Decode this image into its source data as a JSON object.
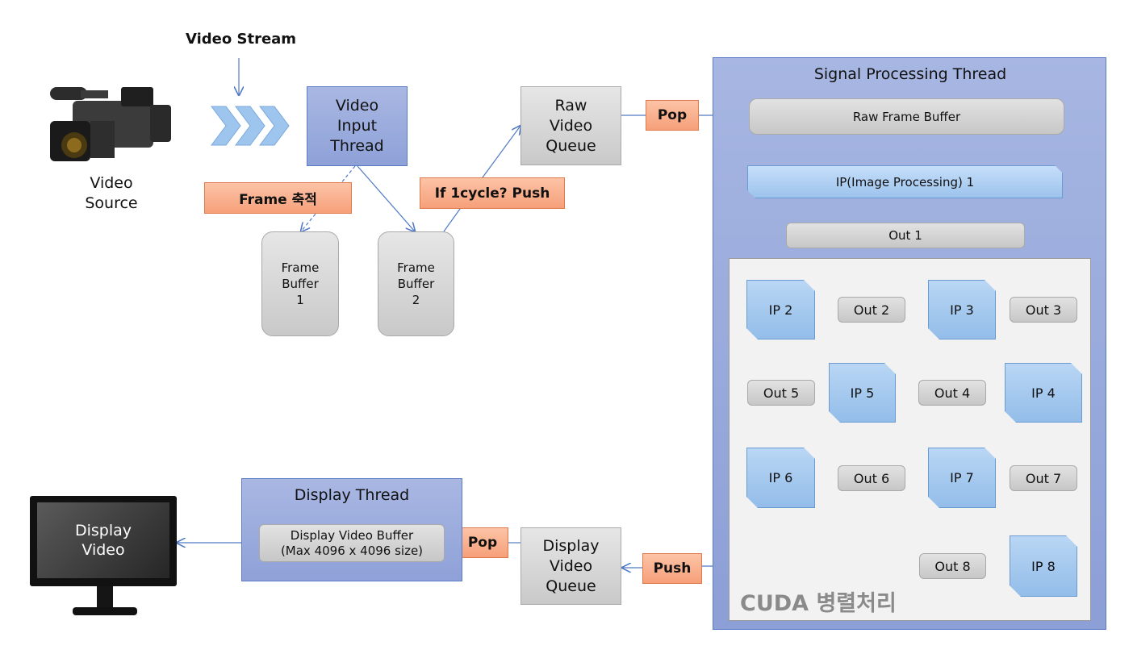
{
  "video_stream_label": "Video Stream",
  "video_source_label": "Video\nSource",
  "video_input_thread": "Video\nInput\nThread",
  "frame_accum_label": "Frame 축적",
  "frame_buffer_1": "Frame\nBuffer\n1",
  "frame_buffer_2": "Frame\nBuffer\n2",
  "if_cycle_push": "If 1cycle? Push",
  "raw_video_queue": "Raw\nVideo\nQueue",
  "pop_top": "Pop",
  "signal_thread": {
    "title": "Signal Processing Thread",
    "raw_frame_buffer": "Raw Frame Buffer",
    "ip1": "IP(Image Processing) 1",
    "out1": "Out 1",
    "cuda_label": "CUDA 병렬처리",
    "ip": [
      "IP 2",
      "IP 3",
      "IP 4",
      "IP 5",
      "IP 6",
      "IP 7",
      "IP 8"
    ],
    "out": [
      "Out 2",
      "Out 3",
      "Out 4",
      "Out 5",
      "Out 6",
      "Out 7",
      "Out 8"
    ]
  },
  "push_bottom": "Push",
  "display_video_queue": "Display\nVideo\nQueue",
  "pop_bottom": "Pop",
  "display_thread": {
    "title": "Display Thread",
    "buffer": "Display Video Buffer\n(Max 4096 x 4096 size)"
  },
  "monitor_text": "Display\nVideo",
  "colors": {
    "arrow": "#4f79c4",
    "thread_blue": "#8ea1d8",
    "ip_blue": "#93bde9",
    "orange": "#f6a07a",
    "gray": "#c9c9c9"
  }
}
